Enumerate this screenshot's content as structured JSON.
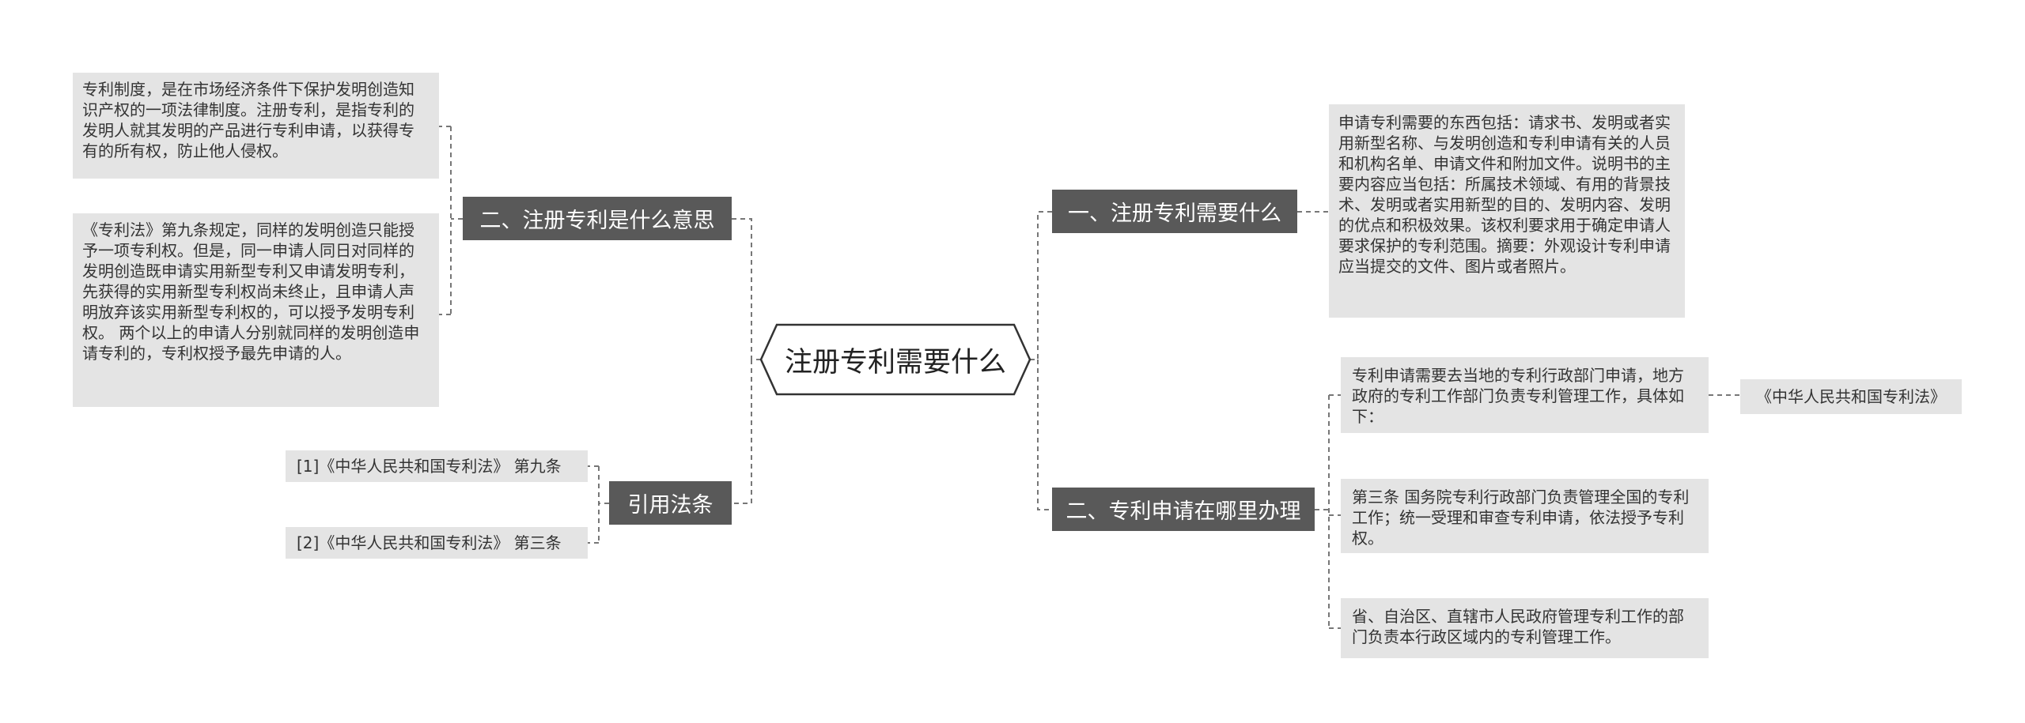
{
  "root": {
    "title": "注册专利需要什么"
  },
  "left": {
    "meaning": {
      "label": "二、注册专利是什么意思",
      "notes": [
        "专利制度，是在市场经济条件下保护发明创造知识产权的一项法律制度。注册专利，是指专利的发明人就其发明的产品进行专利申请，以获得专有的所有权，防止他人侵权。",
        "《专利法》第九条规定，同样的发明创造只能授予一项专利权。但是，同一申请人同日对同样的发明创造既申请实用新型专利又申请发明专利，先获得的实用新型专利权尚未终止，且申请人声明放弃该实用新型专利权的，可以授予发明专利权。 两个以上的申请人分别就同样的发明创造申请专利的，专利权授予最先申请的人。"
      ]
    },
    "citations": {
      "label": "引用法条",
      "items": [
        "[1]《中华人民共和国专利法》 第九条",
        "[2]《中华人民共和国专利法》 第三条"
      ]
    }
  },
  "right": {
    "requirements": {
      "label": "一、注册专利需要什么",
      "note": "申请专利需要的东西包括：请求书、发明或者实用新型名称、与发明创造和专利申请有关的人员和机构名单、申请文件和附加文件。说明书的主要内容应当包括：所属技术领域、有用的背景技术、发明或者实用新型的目的、发明内容、发明的优点和积极效果。该权利要求用于确定申请人要求保护的专利范围。摘要：外观设计专利申请应当提交的文件、图片或者照片。"
    },
    "where": {
      "label": "二、专利申请在哪里办理",
      "notes": [
        "专利申请需要去当地的专利行政部门申请，地方政府的专利工作部门负责专利管理工作，具体如下：",
        "第三条 国务院专利行政部门负责管理全国的专利工作；统一受理和审查专利申请，依法授予专利权。",
        "省、自治区、直辖市人民政府管理专利工作的部门负责本行政区域内的专利管理工作。"
      ],
      "law_ref": "《中华人民共和国专利法》"
    }
  },
  "colors": {
    "branch_bg": "#595959",
    "note_bg": "#e4e4e4",
    "line": "#777777"
  }
}
